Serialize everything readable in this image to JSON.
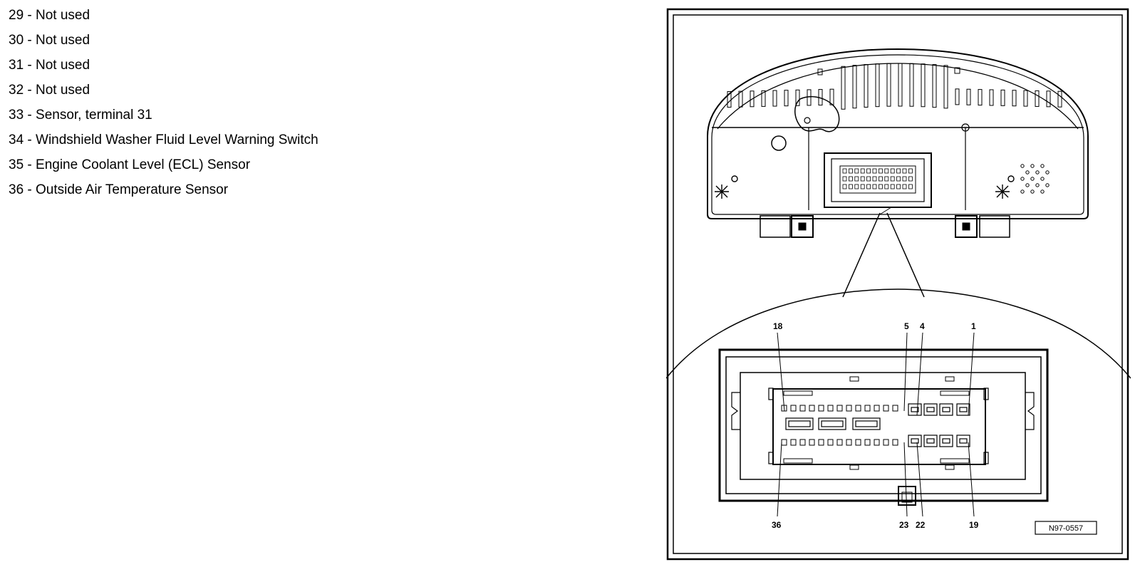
{
  "legend": {
    "items": [
      {
        "label": "29 - Not used"
      },
      {
        "label": "30 - Not used"
      },
      {
        "label": "31 - Not used"
      },
      {
        "label": "32 - Not used"
      },
      {
        "label": "33 - Sensor, terminal 31"
      },
      {
        "label": "34 - Windshield Washer Fluid Level Warning Switch"
      },
      {
        "label": "35 - Engine Coolant Level (ECL) Sensor"
      },
      {
        "label": "36 - Outside Air Temperature Sensor"
      }
    ]
  },
  "figure": {
    "pin_labels": {
      "p18": "18",
      "p5": "5",
      "p4": "4",
      "p1": "1",
      "p36": "36",
      "p23": "23",
      "p22": "22",
      "p19": "19"
    },
    "figure_id": "N97-0557"
  }
}
